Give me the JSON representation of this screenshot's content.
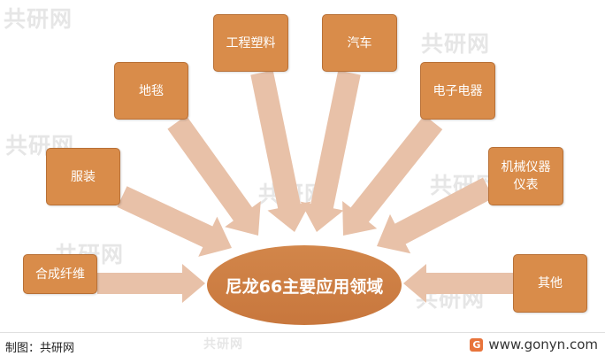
{
  "watermark": "共研网",
  "center": {
    "label": "尼龙66主要应用领域"
  },
  "nodes": [
    {
      "id": "fiber",
      "label": "合成纤维"
    },
    {
      "id": "clothing",
      "label": "服装"
    },
    {
      "id": "carpet",
      "label": "地毯"
    },
    {
      "id": "plastics",
      "label": "工程塑料"
    },
    {
      "id": "auto",
      "label": "汽车"
    },
    {
      "id": "electronics",
      "label": "电子电器"
    },
    {
      "id": "instruments",
      "label": "机械仪器仪表"
    },
    {
      "id": "other",
      "label": "其他"
    }
  ],
  "footer": {
    "source": "制图：共研网",
    "site": "www.gonyn.com"
  },
  "colors": {
    "box": "#d98c4a",
    "arrow": "#e8c1a8",
    "center": "#d98c4a"
  }
}
